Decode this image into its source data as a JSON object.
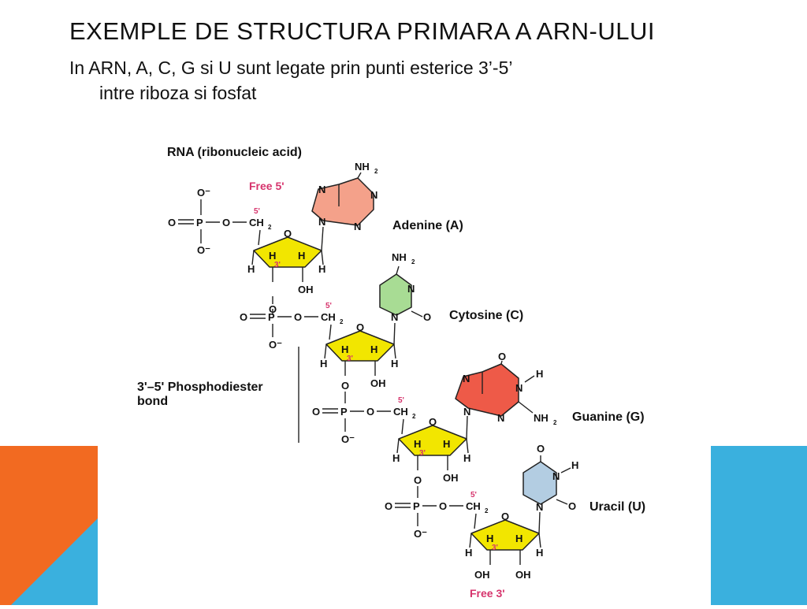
{
  "slide": {
    "title": "EXEMPLE DE STRUCTURA PRIMARA A ARN-ULUI",
    "body_line1": "In ARN, A, C, G si U sunt legate prin punti esterice 3’-5’",
    "body_line2": "intre riboza si fosfat"
  },
  "diagram": {
    "heading": "RNA (ribonucleic acid)",
    "free5": "Free 5'",
    "free3": "Free 3'",
    "bond_line1": "3'–5' Phosphodiester",
    "bond_line2": "bond",
    "bases": [
      {
        "label": "Adenine (A)",
        "color": "#f4a18a"
      },
      {
        "label": "Cytosine (C)",
        "color": "#a8dc94"
      },
      {
        "label": "Guanine (G)",
        "color": "#ee5a48"
      },
      {
        "label": "Uracil (U)",
        "color": "#b3cde2"
      }
    ],
    "sugar_color": "#f2e600",
    "atoms": {
      "o_minus": "O⁻",
      "o": "O",
      "p": "P",
      "ch2": "CH",
      "sub2": "2",
      "h": "H",
      "oh": "OH",
      "n": "N",
      "nh2": "NH",
      "five": "5'",
      "three": "3'"
    }
  },
  "decor": {
    "orange": "#f26a21",
    "blue": "#3ab0de"
  }
}
